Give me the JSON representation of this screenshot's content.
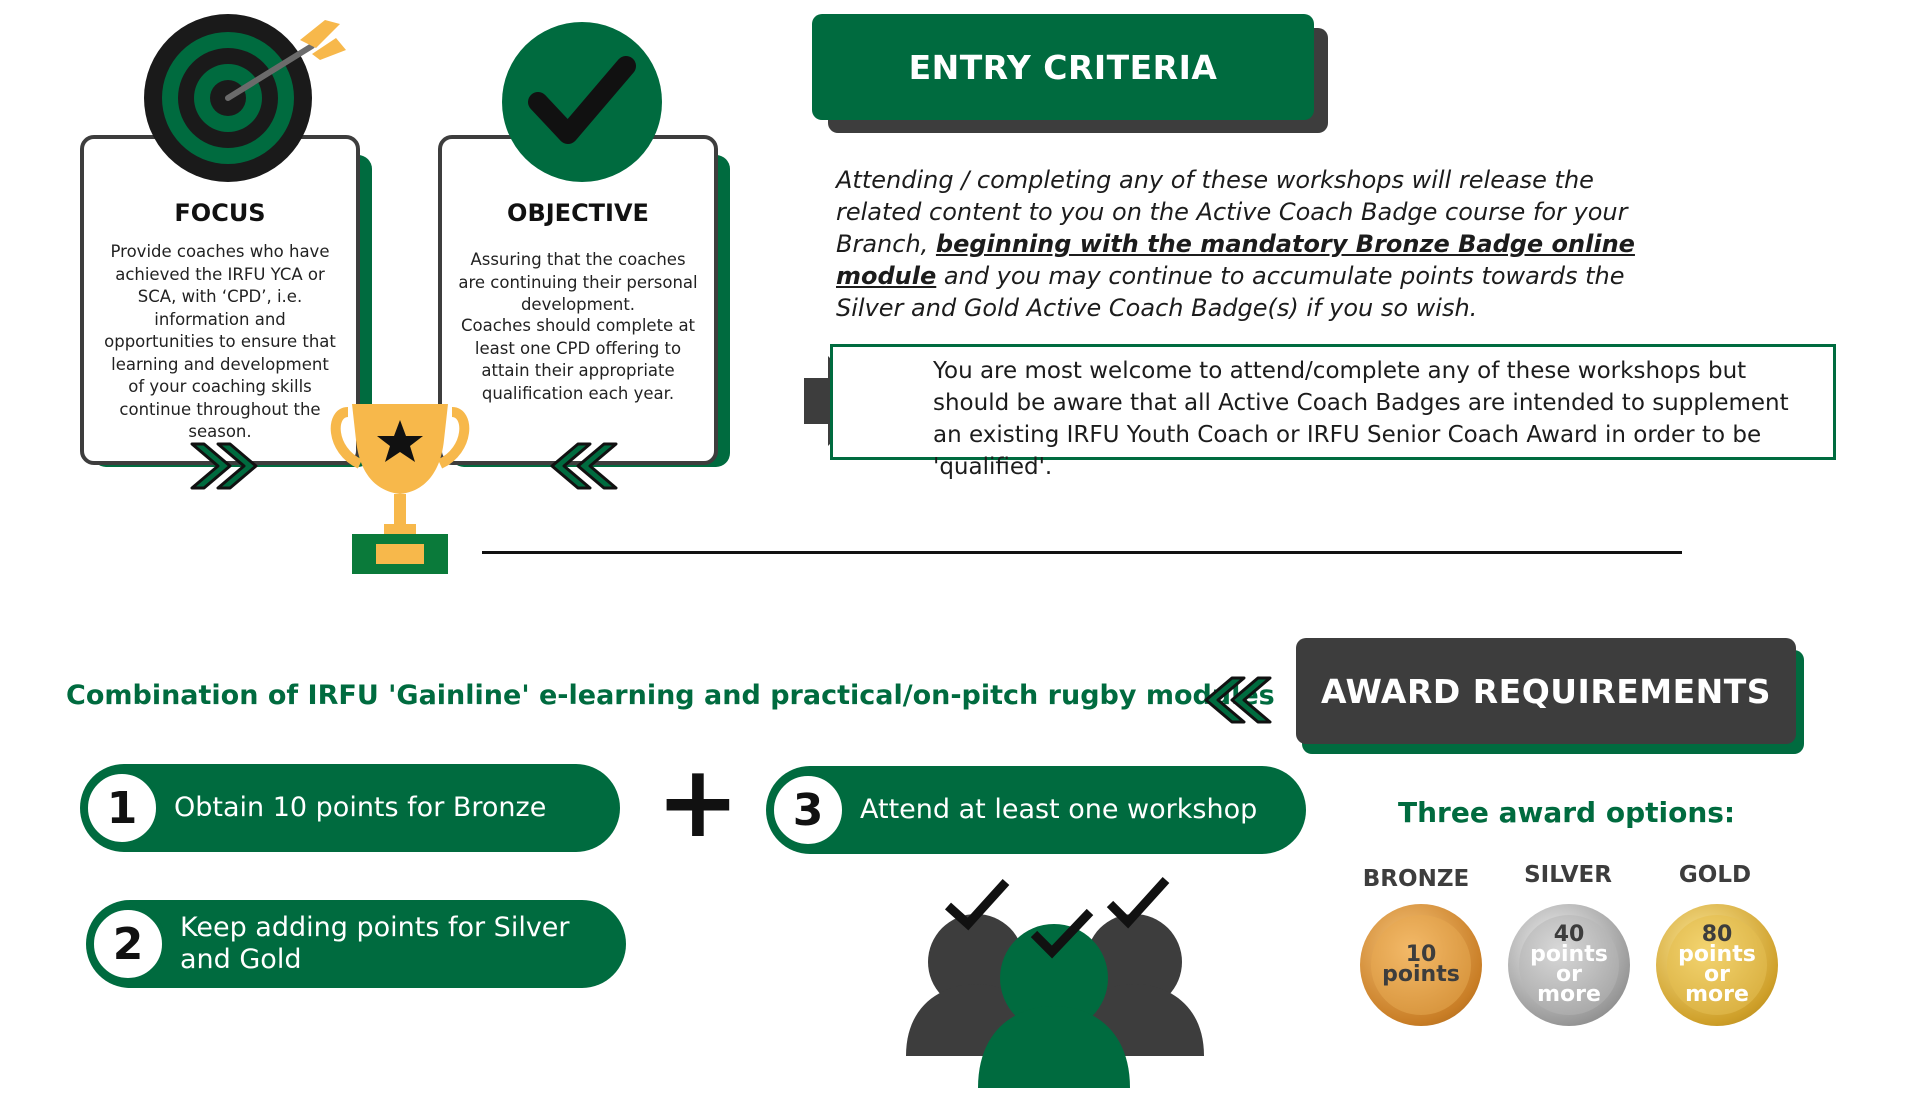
{
  "focus": {
    "title": "FOCUS",
    "text": "Provide coaches who have achieved the IRFU YCA or SCA, with ‘CPD’, i.e. information and opportunities to ensure that learning and development of your coaching skills continue throughout the season."
  },
  "objective": {
    "title": "OBJECTIVE",
    "text_1": "Assuring that the coaches are continuing their personal development.",
    "text_2": "Coaches should complete at least one CPD offering to attain their appropriate qualification each year."
  },
  "entry": {
    "banner": "ENTRY CRITERIA",
    "para_start": "Attending / completing any of these workshops will release the related content to you on the Active Coach Badge course for your Branch, ",
    "para_emph": "beginning with the mandatory Bronze Badge online module",
    "para_end": " and you may continue to accumulate points towards the Silver and Gold Active Coach Badge(s) if you so wish.",
    "notice": "You are most welcome to attend/complete any of these workshops but should be aware that all Active Coach Badges are intended to supplement an existing IRFU Youth Coach or IRFU Senior Coach Award in order to be 'qualified'."
  },
  "award": {
    "banner": "AWARD REQUIREMENTS",
    "combination": "Combination of IRFU 'Gainline' e-learning and practical/on-pitch rugby modules",
    "steps": [
      {
        "num": "1",
        "text": "Obtain 10 points for Bronze"
      },
      {
        "num": "2",
        "text": "Keep adding points for Silver and Gold"
      },
      {
        "num": "3",
        "text": "Attend at least one workshop"
      }
    ],
    "plus": "+",
    "options_title": "Three award options:",
    "medals": [
      {
        "label": "BRONZE",
        "line1": "10",
        "line2": "points",
        "line3": ""
      },
      {
        "label": "SILVER",
        "line1": "40",
        "line2": "points or",
        "line3": "more"
      },
      {
        "label": "GOLD",
        "line1": "80",
        "line2": "points or",
        "line3": "more"
      }
    ]
  },
  "colors": {
    "green": "#006b3f",
    "dark_grey": "#3d3d3d",
    "trophy_gold": "#f7b84b",
    "bronze": "#d9922e",
    "silver": "#a8a8a8",
    "gold": "#e0b43a"
  },
  "icons": [
    "target-icon",
    "checkmark-icon",
    "trophy-icon",
    "chevron-double-right-icon",
    "chevron-double-left-icon",
    "arrow-right-icon",
    "group-people-icon"
  ]
}
